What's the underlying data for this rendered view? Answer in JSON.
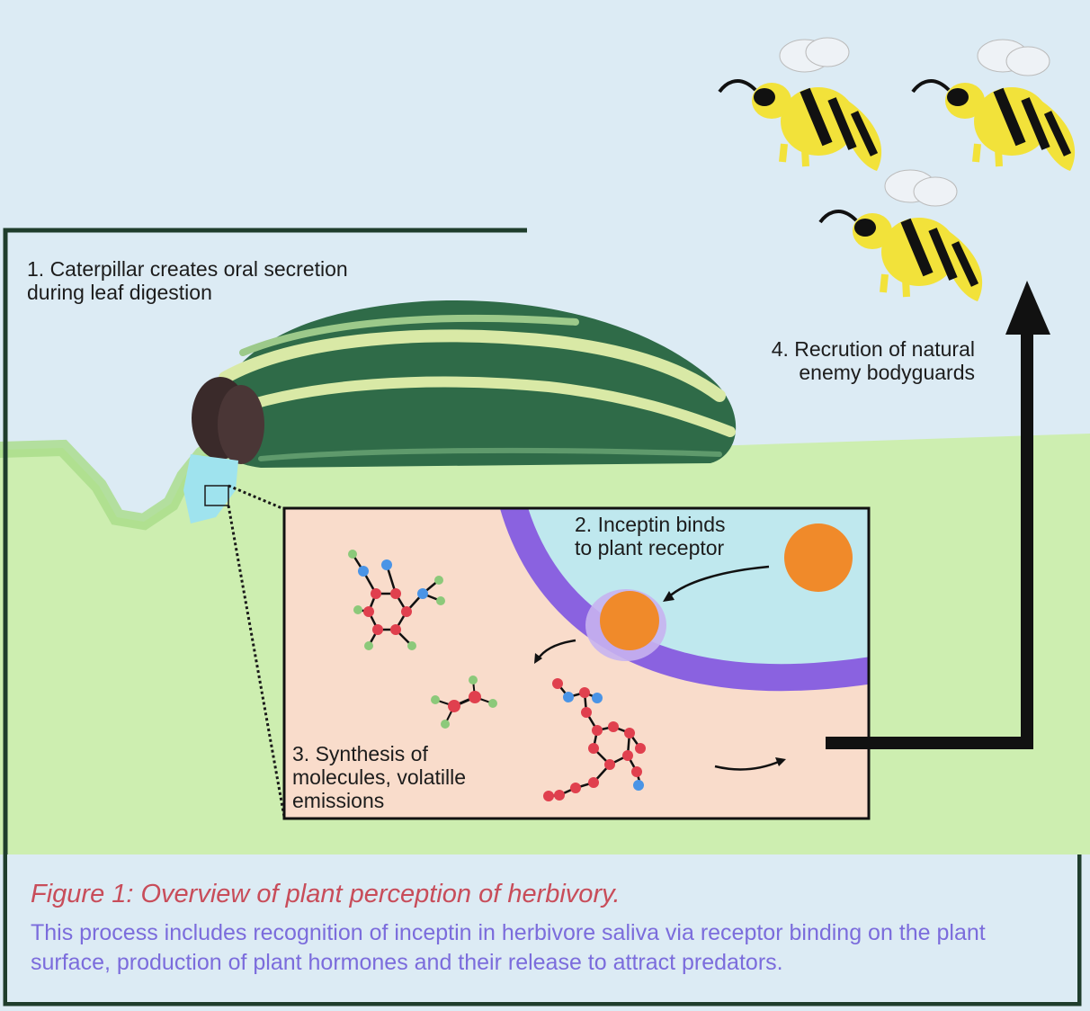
{
  "figure": {
    "step1": "1.  Caterpillar creates oral secretion\nduring leaf digestion",
    "step2": "2. Inceptin binds\nto plant receptor",
    "step3": "3. Synthesis of\nmolecules, volatille\nemissions",
    "step4": "4. Recrution of natural\nenemy bodyguards",
    "caption_title": "Figure 1: Overview of plant perception of herbivory.",
    "caption_body": "This process includes recognition of inceptin in herbivore saliva via receptor binding on the plant surface, production of plant hormones and their release to attract predators."
  },
  "colors": {
    "sky": "#dcebf4",
    "leaf": "#cdeeb0",
    "leaf_edge": "#a9dc88",
    "caterpillar": "#2f6b48",
    "caterpillar_stripe": "#d9e9a6",
    "head": "#3a2a2a",
    "saliva": "#9fe3ee",
    "cell_bg": "#f9dccb",
    "membrane": "#8a62e0",
    "cell_interior": "#bfe8ee",
    "inceptin": "#f08a2a",
    "atom_red": "#e0404e",
    "atom_blue": "#4a94e6",
    "atom_green": "#8cc97a",
    "bee_yellow": "#f2e23a",
    "bee_black": "#111111",
    "frame": "#1f3d2c",
    "caption_title": "#c84d5a",
    "caption_body": "#7b6cdc"
  }
}
